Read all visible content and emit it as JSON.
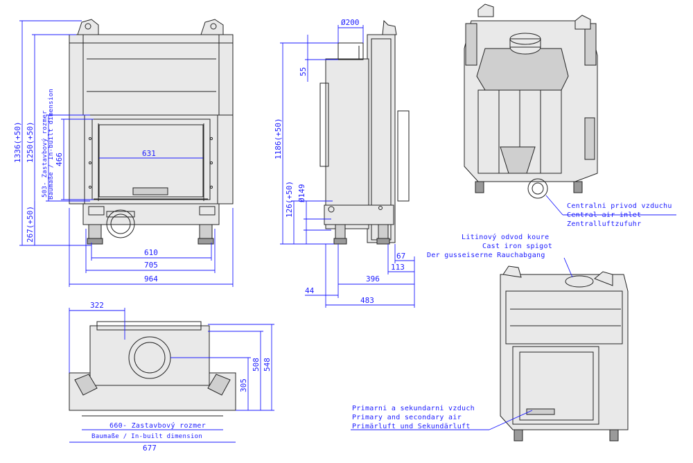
{
  "front_view": {
    "d_631": "631",
    "d_610": "610",
    "d_705": "705",
    "d_964": "964",
    "d_1336": "1336(+50)",
    "d_1250": "1250(+50)",
    "d_503": "503- Zastavbový rozmer",
    "d_503b": "Baumaße / In-built dimension",
    "d_466": "466",
    "d_267": "267(+50)"
  },
  "side_view": {
    "d_200": "Ø200",
    "d_55": "55",
    "d_1186": "1186(+50)",
    "d_126": "126(+50)",
    "d_149": "Ø149",
    "d_67": "67",
    "d_113": "113",
    "d_396": "396",
    "d_483": "483",
    "d_44": "44"
  },
  "top_view": {
    "d_322": "322",
    "d_305": "305",
    "d_508": "508",
    "d_548": "548",
    "d_660": "660- Zastavbový rozmer",
    "d_660b": "Baumaße / In-built dimension",
    "d_677": "677"
  },
  "notes": {
    "central_air": [
      "Centralni privod vzduchu",
      "Central air inlet",
      "Zentralluftzufuhr"
    ],
    "spigot": [
      "Litinový odvod koure",
      "Cast iron spigot",
      "Der gusseiserne Rauchabgang"
    ],
    "primary_air": [
      "Primarni a sekundarni vzduch",
      "Primary and secondary air",
      "Primärluft und Sekundärluft"
    ]
  },
  "colors": {
    "dimension": "#1a1aff",
    "outline": "#222222",
    "panel": "#e9e9e9"
  }
}
